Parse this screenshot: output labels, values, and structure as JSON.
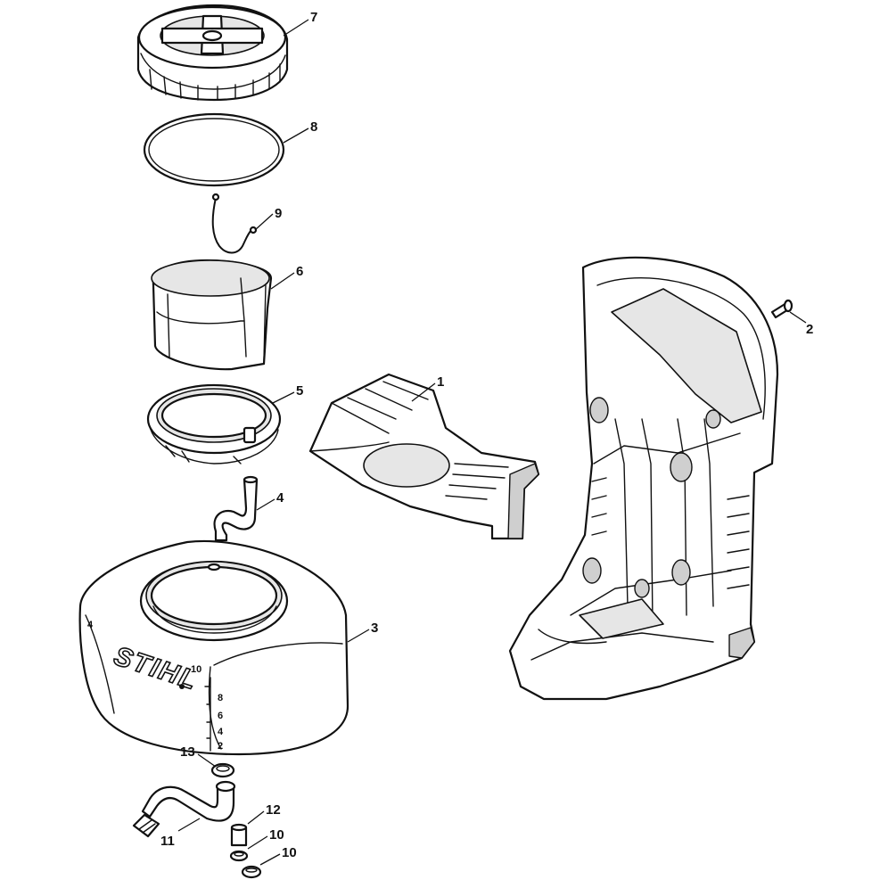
{
  "diagram": {
    "brand_text": "STIHL",
    "scale_marks": [
      "10",
      "8",
      "6",
      "4",
      "2"
    ],
    "side_mark": "4",
    "callouts": [
      {
        "id": "tank-cap",
        "label": "7"
      },
      {
        "id": "o-ring",
        "label": "8"
      },
      {
        "id": "cable",
        "label": "9"
      },
      {
        "id": "strainer",
        "label": "6"
      },
      {
        "id": "retaining-ring",
        "label": "5"
      },
      {
        "id": "hose-elbow",
        "label": "4"
      },
      {
        "id": "tank",
        "label": "3"
      },
      {
        "id": "tank-support",
        "label": "1"
      },
      {
        "id": "screw",
        "label": "2"
      },
      {
        "id": "hose-clamp-top",
        "label": "13"
      },
      {
        "id": "hose-fitting",
        "label": "11"
      },
      {
        "id": "sleeve",
        "label": "12"
      },
      {
        "id": "clamp-a",
        "label": "10"
      },
      {
        "id": "clamp-b",
        "label": "10"
      }
    ]
  }
}
